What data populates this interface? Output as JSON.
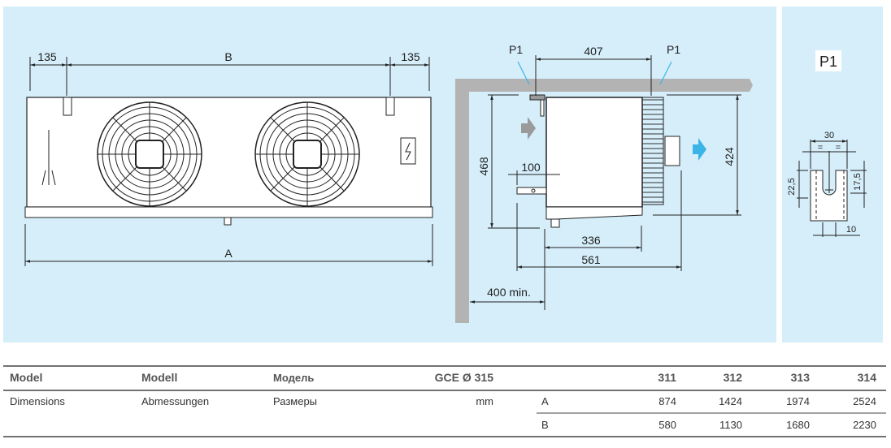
{
  "colors": {
    "panel_bg": "#d5eefa",
    "wall": "#b3b3b3",
    "airflow_in": "#9a9a9a",
    "airflow_out": "#3bb4e8"
  },
  "front_view": {
    "dim_left": "135",
    "dim_b": "B",
    "dim_right": "135",
    "dim_a": "A"
  },
  "side_view": {
    "p1_left": "P1",
    "p1_right": "P1",
    "dim_407": "407",
    "dim_468": "468",
    "dim_424": "424",
    "dim_100": "100",
    "dim_336": "336",
    "dim_561": "561",
    "dim_400": "400 min."
  },
  "detail_p1": {
    "title": "P1",
    "dim_30": "30",
    "eq1": "=",
    "eq2": "=",
    "dim_22_5": "22,5",
    "dim_17_5": "17,5",
    "dim_10": "10"
  },
  "table": {
    "header": {
      "en": "Model",
      "de": "Modell",
      "ru": "Модель",
      "series": "GCE Ø 315",
      "models": [
        "311",
        "312",
        "313",
        "314"
      ]
    },
    "row_label": {
      "en": "Dimensions",
      "de": "Abmessungen",
      "ru": "Размеры",
      "unit": "mm"
    },
    "rows": [
      {
        "key": "A",
        "values": [
          "874",
          "1424",
          "1974",
          "2524"
        ]
      },
      {
        "key": "B",
        "values": [
          "580",
          "1130",
          "1680",
          "2230"
        ]
      }
    ]
  }
}
